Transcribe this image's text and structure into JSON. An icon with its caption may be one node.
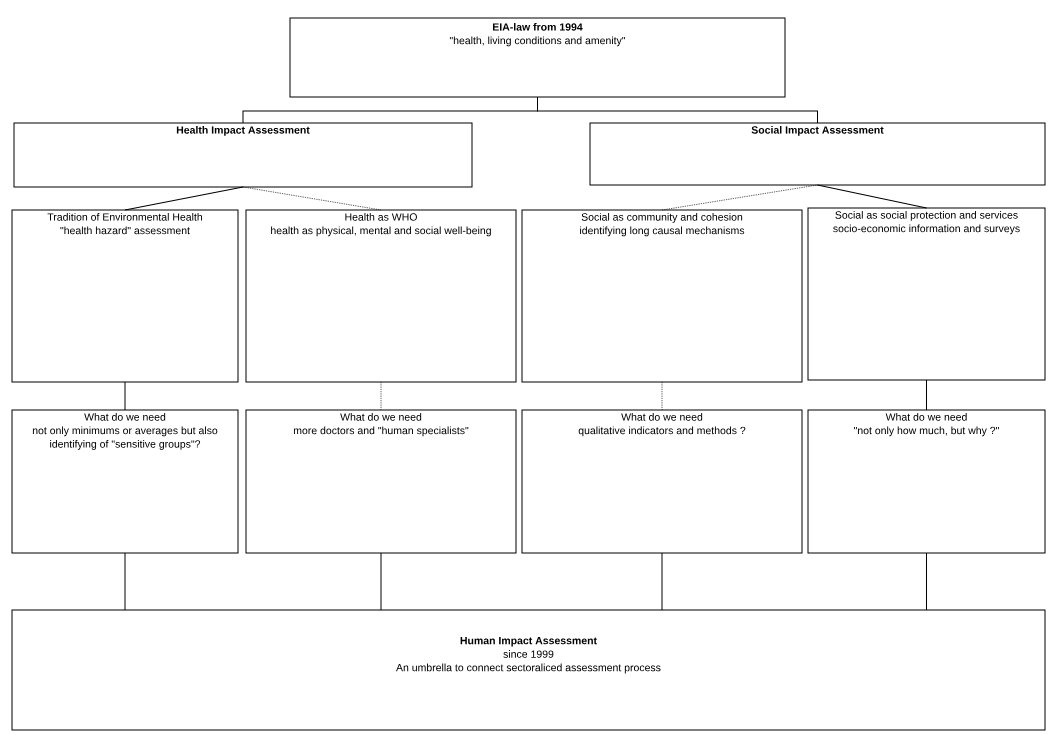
{
  "diagram": {
    "nodes": [
      {
        "text": [
          "EIA-law from 1994",
          "\"health, living conditions and amenity\""
        ]
      },
      {
        "text": [
          "Health Impact Assessment"
        ]
      },
      {
        "text": [
          "Social Impact Assessment"
        ]
      },
      {
        "text": [
          "Tradition of Environmental Health",
          "\"health hazard\" assessment"
        ]
      },
      {
        "text": [
          "Health as WHO",
          "health as physical, mental and social well-being"
        ]
      },
      {
        "text": [
          "Social as community and cohesion",
          "identifying long causal mechanisms"
        ]
      },
      {
        "text": [
          "Social as social protection and services",
          "socio-economic information and surveys"
        ]
      },
      {
        "text": [
          "What do we need",
          "not only minimums or averages but also identifying of \"sensitive groups\"?"
        ]
      },
      {
        "text": [
          "What do we need",
          "more doctors and \"human specialists\""
        ]
      },
      {
        "text": [
          "What do we need",
          "qualitative indicators and methods ?"
        ]
      },
      {
        "text": [
          "What do we need",
          "\"not only how much, but why ?\""
        ]
      },
      {
        "text": [
          "Human Impact Assessment",
          "since 1999",
          "An umbrella to connect sectoraliced assessment process"
        ]
      }
    ],
    "edges": [
      {
        "from": 0,
        "to": 1,
        "arrow": "none"
      },
      {
        "from": 0,
        "to": 2,
        "arrow": "none"
      },
      {
        "from": 1,
        "to": 3,
        "arrow": "none"
      },
      {
        "from": 1,
        "to": 4,
        "arrow": "none",
        "style": "dashed"
      },
      {
        "from": 2,
        "to": 5,
        "arrow": "none",
        "style": "dashed"
      },
      {
        "from": 2,
        "to": 6,
        "arrow": "none"
      },
      {
        "from": 3,
        "to": 7,
        "arrow": "none"
      },
      {
        "from": 4,
        "to": 8,
        "arrow": "none",
        "style": "dashed"
      },
      {
        "from": 5,
        "to": 9,
        "arrow": "none",
        "style": "dashed"
      },
      {
        "from": 6,
        "to": 10,
        "arrow": "none"
      },
      {
        "from": 7,
        "to": 11,
        "arrow": "none"
      },
      {
        "from": 8,
        "to": 11,
        "arrow": "none"
      },
      {
        "from": 9,
        "to": 11,
        "arrow": "none"
      },
      {
        "from": 10,
        "to": 11,
        "arrow": "none"
      }
    ]
  }
}
